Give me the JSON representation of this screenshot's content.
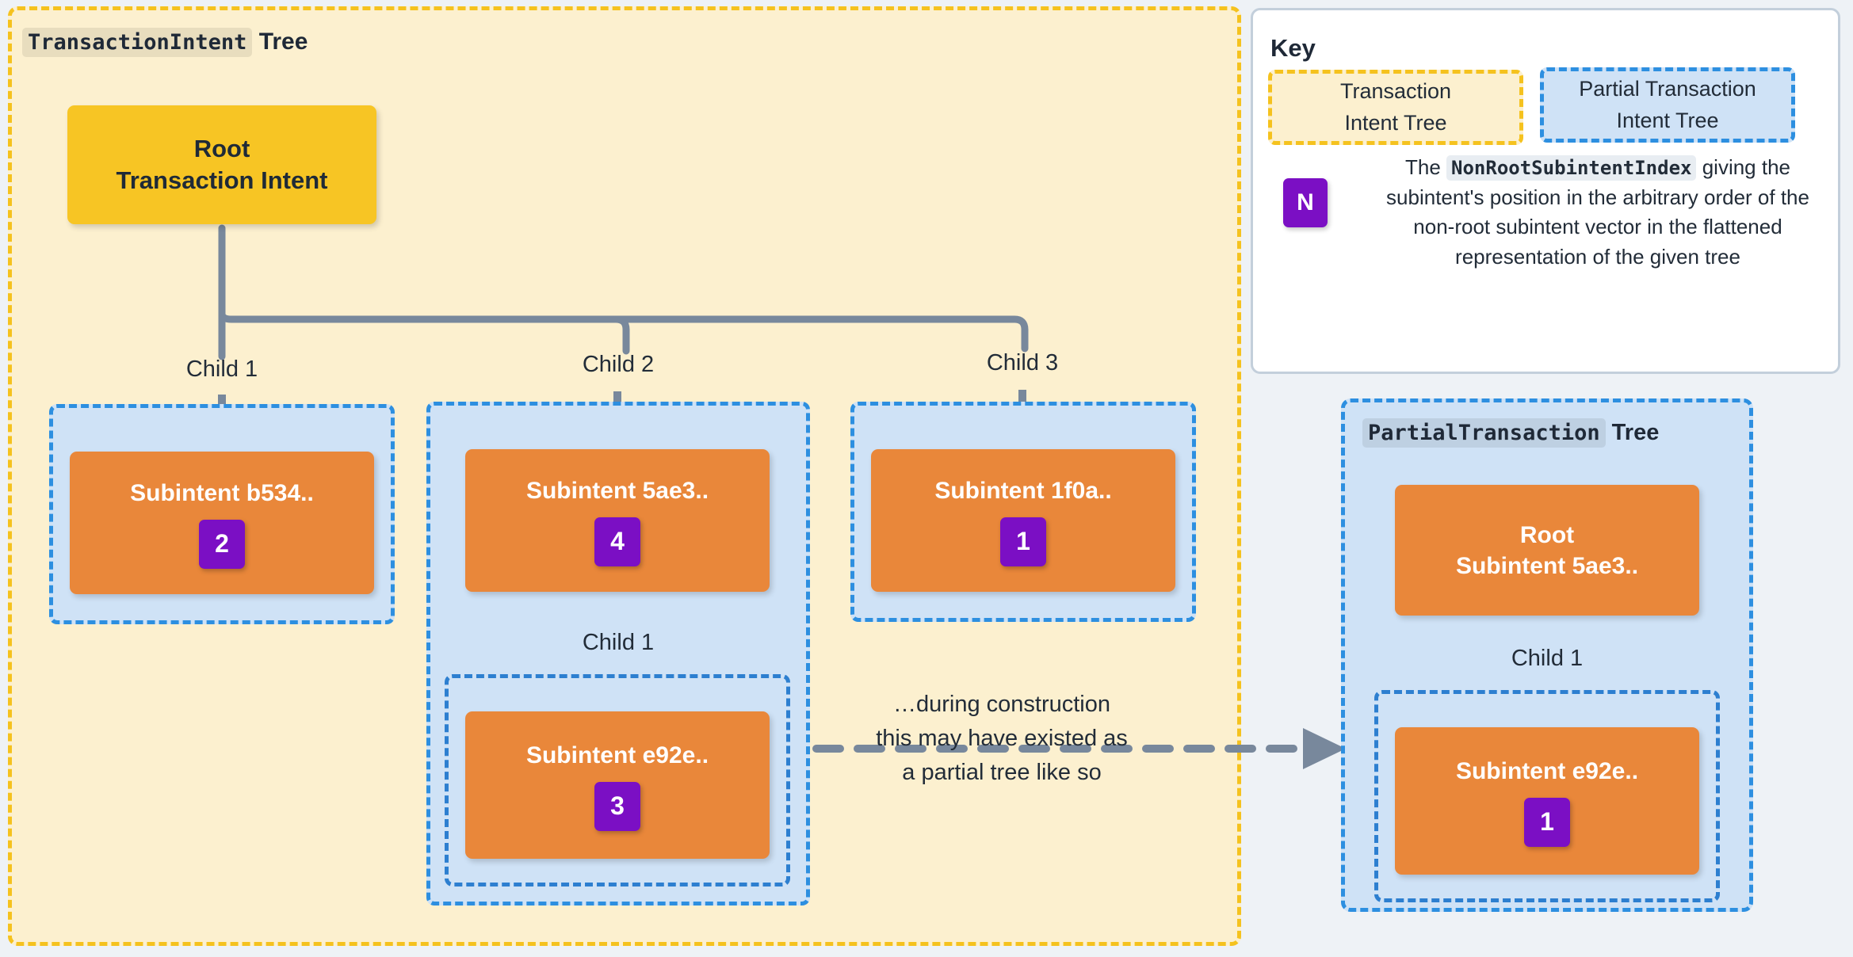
{
  "transaction_intent_tree": {
    "title_code": "TransactionIntent",
    "title_suffix": "Tree",
    "root": {
      "line1": "Root",
      "line2": "Transaction Intent"
    },
    "children": [
      {
        "edge_label": "Child 1",
        "name": "Subintent b534..",
        "index": "2"
      },
      {
        "edge_label": "Child 2",
        "name": "Subintent 5ae3..",
        "index": "4",
        "child": {
          "edge_label": "Child 1",
          "name": "Subintent e92e..",
          "index": "3"
        }
      },
      {
        "edge_label": "Child 3",
        "name": "Subintent 1f0a..",
        "index": "1"
      }
    ]
  },
  "middle_note": {
    "line1": "…during construction",
    "line2": "this may have existed as",
    "line3": "a partial tree like so"
  },
  "partial_transaction_tree": {
    "title_code": "PartialTransaction",
    "title_suffix": "Tree",
    "root": {
      "line1": "Root",
      "line2": "Subintent 5ae3.."
    },
    "child": {
      "edge_label": "Child 1",
      "name": "Subintent e92e..",
      "index": "1"
    }
  },
  "key": {
    "title": "Key",
    "swatch_yellow": {
      "line1": "Transaction",
      "line2": "Intent Tree"
    },
    "swatch_blue": {
      "line1": "Partial Transaction",
      "line2": "Intent Tree"
    },
    "badge_letter": "N",
    "note_prefix": "The",
    "note_code": "NonRootSubintentIndex",
    "note_body": "giving the subintent's position in the arbitrary order of the non-root subintent vector in the flattened representation of the given tree"
  },
  "colors": {
    "page_bg": "#eef2f6",
    "tx_tree_fill": "#fcf0cf",
    "tx_tree_border": "#f5c21e",
    "partial_fill": "#cfe2f6",
    "partial_border": "#2d8fe0",
    "root_node": "#f7c524",
    "subintent_node": "#e9873a",
    "index_badge": "#7b0fc4",
    "edge_line": "#78889c",
    "text_dark": "#1f2937"
  }
}
